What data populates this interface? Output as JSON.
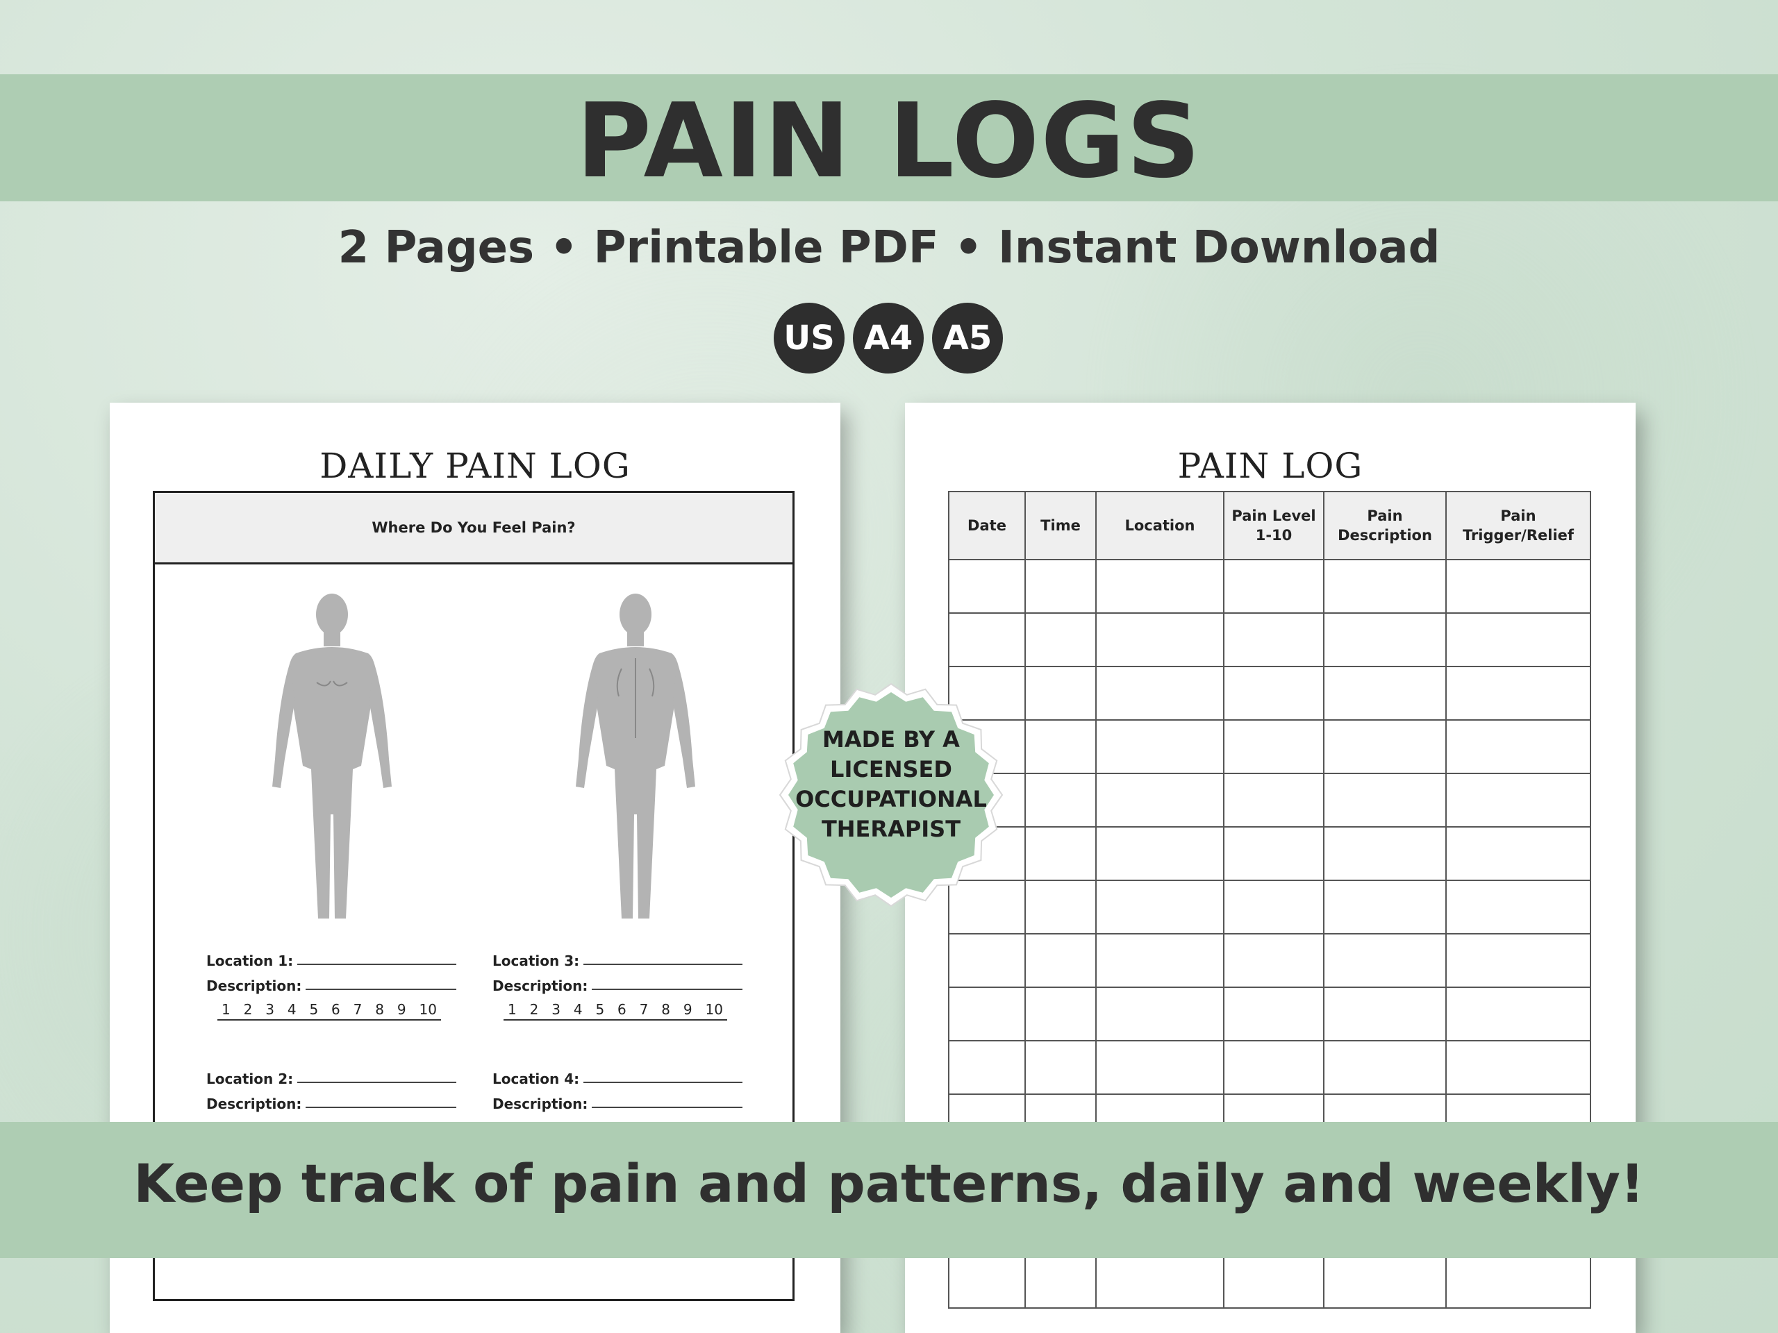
{
  "header": {
    "title": "PAIN LOGS",
    "subtitle": "2 Pages • Printable PDF • Instant Download",
    "sizes": [
      "US",
      "A4",
      "A5"
    ]
  },
  "left_page": {
    "title": "DAILY PAIN LOG",
    "question": "Where Do You Feel Pain?",
    "locations": [
      {
        "label": "Location 1:",
        "description": "Description:"
      },
      {
        "label": "Location 3:",
        "description": "Description:"
      },
      {
        "label": "Location 2:",
        "description": "Description:"
      },
      {
        "label": "Location 4:",
        "description": "Description:"
      }
    ],
    "scale": [
      "1",
      "2",
      "3",
      "4",
      "5",
      "6",
      "7",
      "8",
      "9",
      "10"
    ]
  },
  "right_page": {
    "title": "PAIN LOG",
    "columns": [
      "Date",
      "Time",
      "Location",
      "Pain Level 1-10",
      "Pain Description",
      "Pain Trigger/Relief"
    ]
  },
  "seal": {
    "text": [
      "MADE BY A",
      "LICENSED",
      "OCCUPATIONAL",
      "THERAPIST"
    ],
    "color": "#a9cbb0"
  },
  "footer": {
    "tagline": "Keep track of pain and patterns, daily and weekly!"
  },
  "colors": {
    "band": "#aecdb3",
    "ink": "#2f2f2f"
  }
}
